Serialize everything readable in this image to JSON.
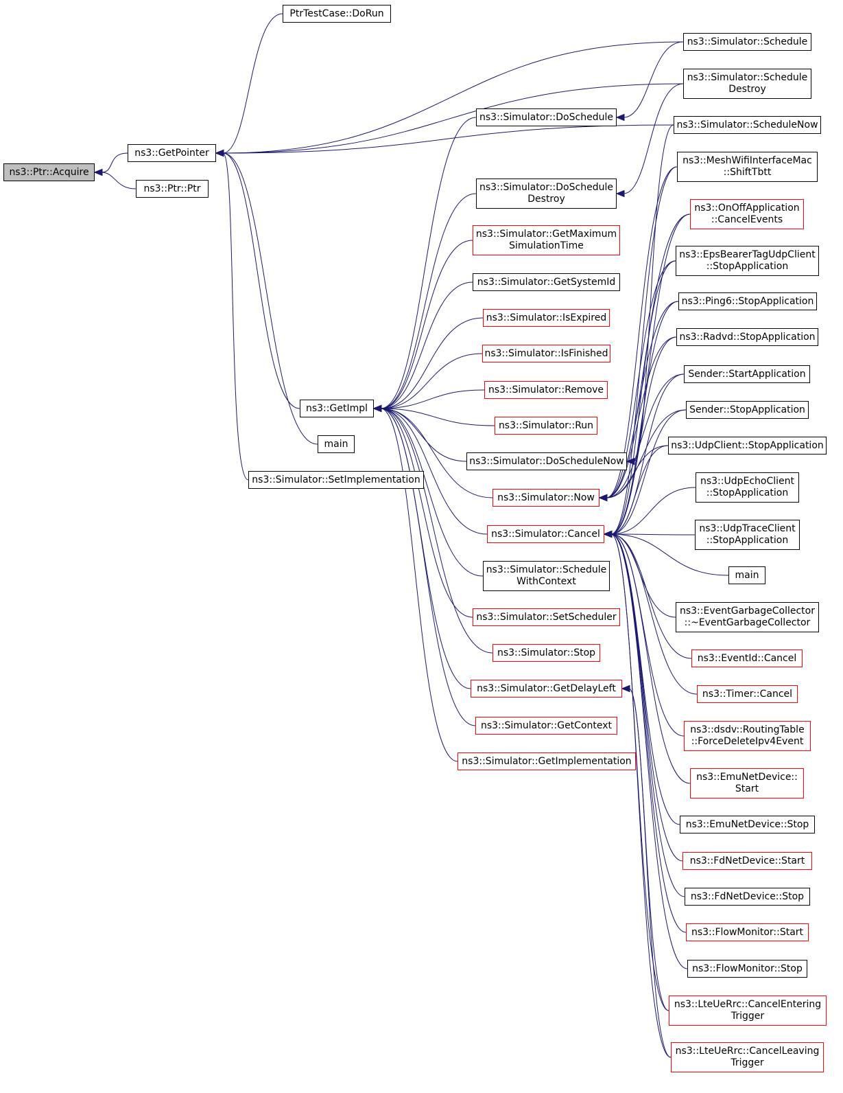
{
  "colors": {
    "edge": "#191970",
    "border_black": "#000000",
    "border_red": "#ff0000",
    "focus_fill": "#bfbfbf"
  },
  "nodes": {
    "acquire": {
      "lines": [
        "ns3::Ptr::Acquire"
      ],
      "border": "black",
      "focus": true
    },
    "getpointer": {
      "lines": [
        "ns3::GetPointer"
      ],
      "border": "black"
    },
    "ptr": {
      "lines": [
        "ns3::Ptr::Ptr"
      ],
      "border": "black"
    },
    "ptrtest": {
      "lines": [
        "PtrTestCase::DoRun"
      ],
      "border": "black"
    },
    "getimpl": {
      "lines": [
        "ns3::GetImpl"
      ],
      "border": "black"
    },
    "main1": {
      "lines": [
        "main"
      ],
      "border": "black"
    },
    "setimpl": {
      "lines": [
        "ns3::Simulator::SetImplementation"
      ],
      "border": "black"
    },
    "doschedule": {
      "lines": [
        "ns3::Simulator::DoSchedule"
      ],
      "border": "black"
    },
    "dosched_destroy": {
      "lines": [
        "ns3::Simulator::DoSchedule",
        "Destroy"
      ],
      "border": "black"
    },
    "getmaxtime": {
      "lines": [
        "ns3::Simulator::GetMaximum",
        "SimulationTime"
      ],
      "border": "red"
    },
    "getsystemid": {
      "lines": [
        "ns3::Simulator::GetSystemId"
      ],
      "border": "black"
    },
    "isexpired": {
      "lines": [
        "ns3::Simulator::IsExpired"
      ],
      "border": "red"
    },
    "isfinished": {
      "lines": [
        "ns3::Simulator::IsFinished"
      ],
      "border": "red"
    },
    "remove": {
      "lines": [
        "ns3::Simulator::Remove"
      ],
      "border": "red"
    },
    "run": {
      "lines": [
        "ns3::Simulator::Run"
      ],
      "border": "red"
    },
    "doschednow": {
      "lines": [
        "ns3::Simulator::DoScheduleNow"
      ],
      "border": "black"
    },
    "now": {
      "lines": [
        "ns3::Simulator::Now"
      ],
      "border": "red"
    },
    "cancel": {
      "lines": [
        "ns3::Simulator::Cancel"
      ],
      "border": "red"
    },
    "schedctx": {
      "lines": [
        "ns3::Simulator::Schedule",
        "WithContext"
      ],
      "border": "black"
    },
    "setsched": {
      "lines": [
        "ns3::Simulator::SetScheduler"
      ],
      "border": "red"
    },
    "stop": {
      "lines": [
        "ns3::Simulator::Stop"
      ],
      "border": "red"
    },
    "getdelay": {
      "lines": [
        "ns3::Simulator::GetDelayLeft"
      ],
      "border": "red"
    },
    "getcontext": {
      "lines": [
        "ns3::Simulator::GetContext"
      ],
      "border": "red"
    },
    "getimplementation": {
      "lines": [
        "ns3::Simulator::GetImplementation"
      ],
      "border": "red"
    },
    "schedule": {
      "lines": [
        "ns3::Simulator::Schedule"
      ],
      "border": "black"
    },
    "scheddestroy": {
      "lines": [
        "ns3::Simulator::Schedule",
        "Destroy"
      ],
      "border": "black"
    },
    "schednow": {
      "lines": [
        "ns3::Simulator::ScheduleNow"
      ],
      "border": "black"
    },
    "meshshift": {
      "lines": [
        "ns3::MeshWifiInterfaceMac",
        "::ShiftTbtt"
      ],
      "border": "black"
    },
    "onoffcancel": {
      "lines": [
        "ns3::OnOffApplication",
        "::CancelEvents"
      ],
      "border": "red"
    },
    "epsstop": {
      "lines": [
        "ns3::EpsBearerTagUdpClient",
        "::StopApplication"
      ],
      "border": "black"
    },
    "ping6stop": {
      "lines": [
        "ns3::Ping6::StopApplication"
      ],
      "border": "black"
    },
    "radvdstop": {
      "lines": [
        "ns3::Radvd::StopApplication"
      ],
      "border": "black"
    },
    "senderstart": {
      "lines": [
        "Sender::StartApplication"
      ],
      "border": "black"
    },
    "senderstop": {
      "lines": [
        "Sender::StopApplication"
      ],
      "border": "black"
    },
    "udpclientstop": {
      "lines": [
        "ns3::UdpClient::StopApplication"
      ],
      "border": "black"
    },
    "udpechostop": {
      "lines": [
        "ns3::UdpEchoClient",
        "::StopApplication"
      ],
      "border": "black"
    },
    "udptracestop": {
      "lines": [
        "ns3::UdpTraceClient",
        "::StopApplication"
      ],
      "border": "black"
    },
    "main2": {
      "lines": [
        "main"
      ],
      "border": "black"
    },
    "egc": {
      "lines": [
        "ns3::EventGarbageCollector",
        "::~EventGarbageCollector"
      ],
      "border": "black"
    },
    "eventidcancel": {
      "lines": [
        "ns3::EventId::Cancel"
      ],
      "border": "red"
    },
    "timercancel": {
      "lines": [
        "ns3::Timer::Cancel"
      ],
      "border": "red"
    },
    "dsdv": {
      "lines": [
        "ns3::dsdv::RoutingTable",
        "::ForceDeleteIpv4Event"
      ],
      "border": "red"
    },
    "emustart": {
      "lines": [
        "ns3::EmuNetDevice::",
        "Start"
      ],
      "border": "red"
    },
    "emustop": {
      "lines": [
        "ns3::EmuNetDevice::Stop"
      ],
      "border": "black"
    },
    "fdstart": {
      "lines": [
        "ns3::FdNetDevice::Start"
      ],
      "border": "red"
    },
    "fdstop": {
      "lines": [
        "ns3::FdNetDevice::Stop"
      ],
      "border": "black"
    },
    "flowstart": {
      "lines": [
        "ns3::FlowMonitor::Start"
      ],
      "border": "red"
    },
    "flowstop": {
      "lines": [
        "ns3::FlowMonitor::Stop"
      ],
      "border": "black"
    },
    "lteenter": {
      "lines": [
        "ns3::LteUeRrc::CancelEntering",
        "Trigger"
      ],
      "border": "red"
    },
    "lteleave": {
      "lines": [
        "ns3::LteUeRrc::CancelLeaving",
        "Trigger"
      ],
      "border": "red"
    }
  },
  "edges": [
    [
      "getpointer",
      "acquire"
    ],
    [
      "ptr",
      "acquire"
    ],
    [
      "ptrtest",
      "getpointer"
    ],
    [
      "schedule",
      "getpointer"
    ],
    [
      "scheddestroy",
      "getpointer"
    ],
    [
      "schednow",
      "getpointer"
    ],
    [
      "getimpl",
      "getpointer"
    ],
    [
      "main1",
      "getpointer"
    ],
    [
      "setimpl",
      "getpointer"
    ],
    [
      "schedule",
      "doschedule"
    ],
    [
      "scheddestroy",
      "dosched_destroy"
    ],
    [
      "doschedule",
      "getimpl"
    ],
    [
      "dosched_destroy",
      "getimpl"
    ],
    [
      "getmaxtime",
      "getimpl"
    ],
    [
      "getsystemid",
      "getimpl"
    ],
    [
      "isexpired",
      "getimpl"
    ],
    [
      "isfinished",
      "getimpl"
    ],
    [
      "remove",
      "getimpl"
    ],
    [
      "run",
      "getimpl"
    ],
    [
      "doschednow",
      "getimpl"
    ],
    [
      "now",
      "getimpl"
    ],
    [
      "cancel",
      "getimpl"
    ],
    [
      "schedctx",
      "getimpl"
    ],
    [
      "setsched",
      "getimpl"
    ],
    [
      "stop",
      "getimpl"
    ],
    [
      "getdelay",
      "getimpl"
    ],
    [
      "getcontext",
      "getimpl"
    ],
    [
      "getimplementation",
      "getimpl"
    ],
    [
      "schednow",
      "doschednow"
    ],
    [
      "meshshift",
      "now"
    ],
    [
      "onoffcancel",
      "now"
    ],
    [
      "epsstop",
      "now"
    ],
    [
      "ping6stop",
      "now"
    ],
    [
      "radvdstop",
      "now"
    ],
    [
      "senderstart",
      "now"
    ],
    [
      "senderstop",
      "now"
    ],
    [
      "udpclientstop",
      "now"
    ],
    [
      "meshshift",
      "cancel"
    ],
    [
      "onoffcancel",
      "cancel"
    ],
    [
      "epsstop",
      "cancel"
    ],
    [
      "ping6stop",
      "cancel"
    ],
    [
      "radvdstop",
      "cancel"
    ],
    [
      "senderstart",
      "cancel"
    ],
    [
      "senderstop",
      "cancel"
    ],
    [
      "udpclientstop",
      "cancel"
    ],
    [
      "udpechostop",
      "cancel"
    ],
    [
      "udptracestop",
      "cancel"
    ],
    [
      "main2",
      "cancel"
    ],
    [
      "egc",
      "cancel"
    ],
    [
      "eventidcancel",
      "cancel"
    ],
    [
      "timercancel",
      "cancel"
    ],
    [
      "dsdv",
      "cancel"
    ],
    [
      "emustart",
      "cancel"
    ],
    [
      "emustop",
      "cancel"
    ],
    [
      "fdstart",
      "cancel"
    ],
    [
      "fdstop",
      "cancel"
    ],
    [
      "flowstart",
      "cancel"
    ],
    [
      "flowstop",
      "cancel"
    ],
    [
      "lteenter",
      "cancel"
    ],
    [
      "lteleave",
      "cancel"
    ],
    [
      "lteenter",
      "getdelay"
    ],
    [
      "lteleave",
      "getdelay"
    ]
  ]
}
